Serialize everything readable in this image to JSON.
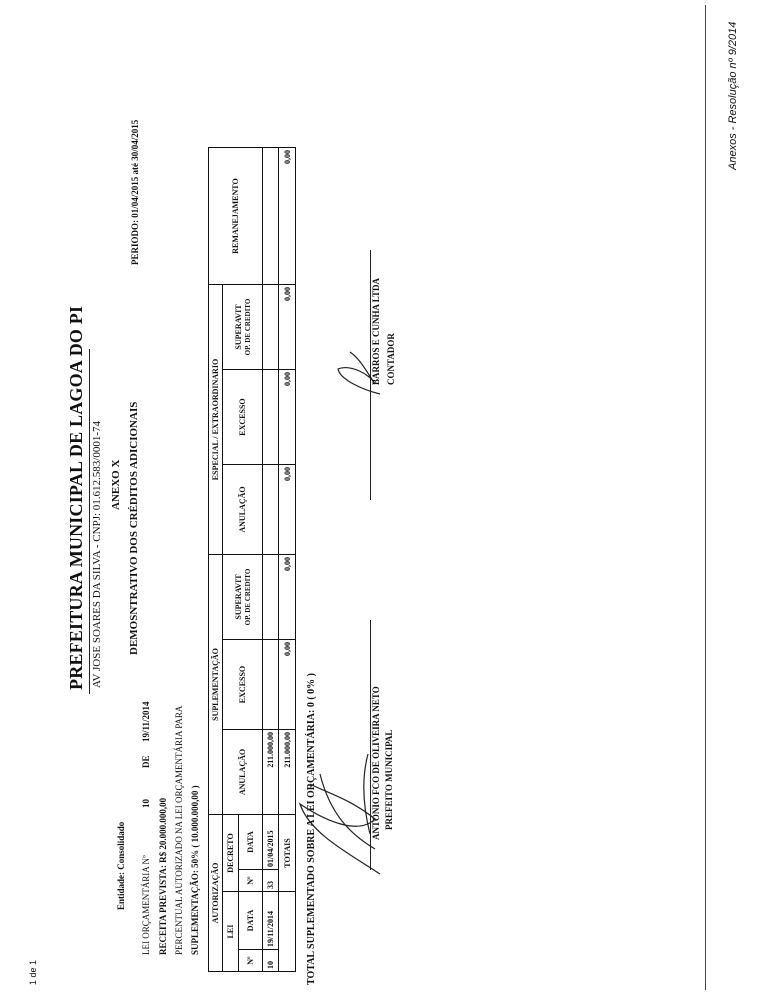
{
  "print_header": {
    "page": "1 de 1",
    "annex_ref": "Anexos - Resolução nº 9/2014"
  },
  "header": {
    "title": "PREFEITURA MUNICIPAL DE LAGOA DO PI",
    "address": "AV JOSE SOARES DA SILVA - CNPJ: 01.612.583/0001-74",
    "annex": "ANEXO X",
    "subtitle": "DEMOSNTRATIVO DOS CRÉDITOS ADICIONAIS",
    "entity": "Entidade: Consolidado",
    "period": "PERIODO: 01/04/2015 até 30/04/2015"
  },
  "info": {
    "lei_label": "LEI ORÇAMENTÁRIA Nº",
    "lei_number": "10",
    "lei_de": "DE",
    "lei_date": "19/11/2014",
    "receita": "RECEITA PREVISTA: R$  20.000.000,00",
    "percentual": "PERCENTUAL AUTORIZADO NA LEI ORÇAMENTÁRIA PARA",
    "suplementacao": "SUPLEMENTAÇÃO:    50%  ( 10.000.000,00 )"
  },
  "table": {
    "groups": {
      "autorizacao": "AUTORIZAÇÃO",
      "suplementacao": "SUPLEMENTAÇÃO",
      "especial": "ESPECIAL / EXTRAORDINARIO",
      "remanejamento": "REMANEJAMENTO"
    },
    "sub": {
      "lei": "LEI",
      "decreto": "DECRETO"
    },
    "cols": {
      "n1": "Nº",
      "data1": "DATA",
      "n2": "Nº",
      "data2": "DATA",
      "anulacao": "ANULAÇÃO",
      "excesso": "EXCESSO",
      "superavit": "SUPERAVIT",
      "op_credito": "OP. DE CREDITO"
    },
    "row": {
      "lei_n": "10",
      "lei_data": "19/11/2014",
      "dec_n": "33",
      "dec_data": "01/04/2015",
      "sup_anulacao": "211.000,00"
    },
    "totals": {
      "label": "TOTAIS",
      "sup_anulacao": "211.000,00",
      "sup_excesso": "0,00",
      "sup_superavit": "0,00",
      "esp_anulacao": "0,00",
      "esp_excesso": "0,00",
      "esp_superavit": "0,00",
      "remanejamento": "0,00"
    }
  },
  "total_suplementado": "TOTAL SUPLEMENTADO SOBRE A LEI ORÇAMENTÁRIA: 0 ( 0% )",
  "signatures": [
    {
      "name": "ANTONIO FCO DE OLIVEIRA NETO",
      "role": "PREFEITO MUNICIPAL"
    },
    {
      "name": "BARROS E CUNHA LTDA",
      "role": "CONTADOR"
    }
  ]
}
